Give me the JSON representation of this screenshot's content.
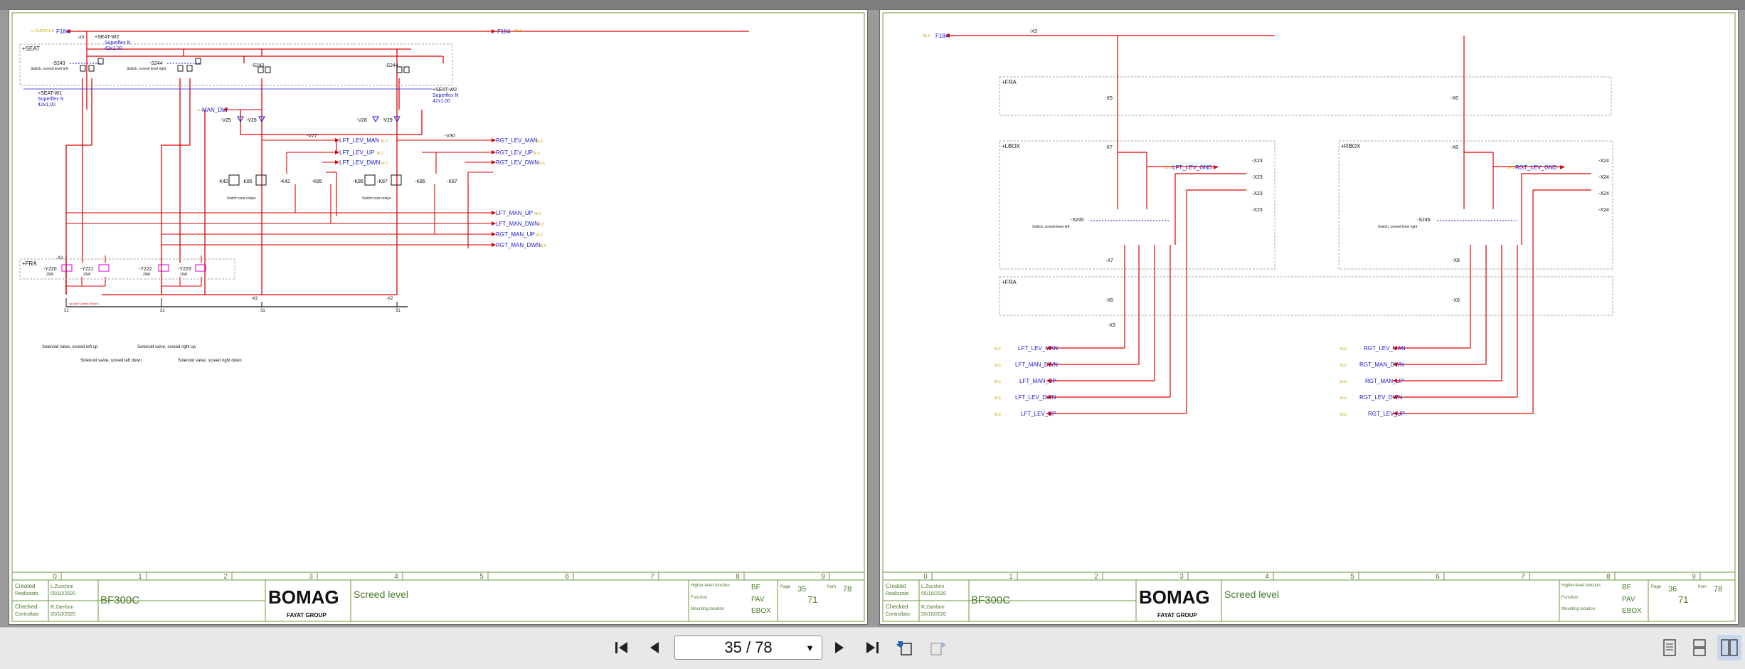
{
  "viewer": {
    "page_indicator": "35 / 78",
    "first_label": "first-page",
    "prev_label": "previous-page",
    "next_label": "next-page",
    "last_label": "last-page"
  },
  "left_sheet": {
    "tag_f184_left": "F184",
    "tag_f184_left_ref": "<< SUPG/10.8",
    "tag_f184_right": "F184",
    "tag_f184_right_ref": "36.1",
    "seat_box": "+SEAT",
    "seat_w2_top": "+SEAT-W2",
    "seat_w2_top_cable": "Superflex N",
    "seat_w2_top_size": "42x1,00",
    "seat_w1": "+SEAT-W1",
    "seat_w1_cable": "Superflex N",
    "seat_w1_size": "42x1,00",
    "seat_w2_right": "+SEAT-W2",
    "seat_w2_right_cable": "Superflex N",
    "seat_w2_right_size": "42x1,00",
    "s243": "-S243",
    "s243_desc": "Switch, screed level left",
    "s244": "-S244",
    "s244_desc": "Switch, screed level right",
    "s243b": "-S243",
    "s244b": "-S244",
    "x3_271": "-X3",
    "man_dly": "MAN_DLY",
    "man_dly_ref": "23.6",
    "v25": "-V25",
    "v26": "-V26",
    "v28": "-V28",
    "v29": "-V29",
    "v27": "-V27",
    "v30": "-V30",
    "k42": "-K42",
    "k85": "-K85",
    "k86": "-K86",
    "k87": "-K87",
    "relay_desc_1": "Switch over relays",
    "relay_desc_2": "Switch over relays",
    "sig_lft_lev_man": "LFT_LEV_MAN",
    "sig_lft_lev_up": "LFT_LEV_UP",
    "sig_lft_lev_dwn": "LFT_LEV_DWN",
    "sig_rgt_lev_man": "RGT_LEV_MAN",
    "sig_rgt_lev_up": "RGT_LEV_UP",
    "sig_rgt_lev_dwn": "RGT_LEV_DWN",
    "sig_ref_right": "36.6",
    "sig_ref_mid": "36.2",
    "sig_lft_man_up": "LFT_MAN_UP",
    "sig_lft_man_dwn": "LFT_MAN_DWN",
    "sig_rgt_man_up": "RGT_MAN_UP",
    "sig_rgt_man_dwn": "RGT_MAN_DWN",
    "fra_box": "+FRA",
    "y220": "-Y220",
    "y221": "-Y221",
    "y222": "-Y222",
    "y223": "-Y223",
    "coil_w": "29W",
    "x2_23a": "-X2",
    "x2_23b": "-X2",
    "ground_label": "Ground Central Electric",
    "sol_left_up": "Solenoid valve, screed left up",
    "sol_right_up": "Solenoid valve, screed right up",
    "sol_left_down": "Solenoid valve, screed left down",
    "sol_right_down": "Solenoid valve, screed right down"
  },
  "right_sheet": {
    "f184": "F184",
    "f184_ref": "35.9",
    "x3_167": "-X3",
    "fra_top": "+FRA",
    "lbox": "+LBOX",
    "rbox": "+RBOX",
    "fra_mid": "+FRA",
    "x5": "-X5",
    "x6": "-X6",
    "x7": "-X7",
    "x8": "-X8",
    "lft_lev_gnd": "LFT_LEV_GND",
    "lft_lev_gnd_ref": "13.3",
    "rgt_lev_gnd": "RGT_LEV_GND",
    "rgt_lev_gnd_ref": "14.3",
    "x23": "-X23",
    "x24": "-X24",
    "s245": "-S245",
    "s245_desc": "Switch, screed level left",
    "s246": "-S246",
    "s246_desc": "Switch, screed level right",
    "x3_row": "-X3",
    "left_signals": [
      "LFT_LEV_MAN",
      "LFT_MAN_DWN",
      "LFT_MAN_UP",
      "LFT_LEV_DWN",
      "LFT_LEV_UP"
    ],
    "right_signals": [
      "RGT_LEV_MAN",
      "RGT_MAN_DWN",
      "RGT_MAN_UP",
      "RGT_LEV_DWN",
      "RGT_LEV_UP"
    ],
    "left_ref": "35.6",
    "right_ref": "35.8"
  },
  "title_block_left": {
    "columns": [
      "0",
      "1",
      "2",
      "3",
      "4",
      "5",
      "6",
      "7",
      "8",
      "9"
    ],
    "created_label": "Created",
    "created_sub": "Realizzato",
    "created_name": "L.Zucchini",
    "created_date": "05/10/2020",
    "checked_label": "Checked",
    "checked_sub": "Controllato",
    "checked_name": "R.Zambon",
    "checked_date": "20/10/2020",
    "machine": "BF300C",
    "brand": "BOMAG",
    "brand_sub": "FAYAT GROUP",
    "sheet_title": "Screed level",
    "func1_label": "Higher-level function",
    "func1_value": "BF",
    "func2_label": "Function",
    "func2_value": "PAV",
    "func3_label": "Mounting location",
    "func3_value": "EBOX",
    "page_label": "Page",
    "page_no": "35",
    "of_label": "from",
    "page_total": "78",
    "drawing_no": "71"
  },
  "title_block_right": {
    "columns": [
      "0",
      "1",
      "2",
      "3",
      "4",
      "5",
      "6",
      "7",
      "8",
      "9"
    ],
    "created_label": "Created",
    "created_sub": "Realizzato",
    "created_name": "L.Zucchini",
    "created_date": "05/10/2020",
    "checked_label": "Checked",
    "checked_sub": "Controllato",
    "checked_name": "R.Zambon",
    "checked_date": "20/10/2020",
    "machine": "BF300C",
    "brand": "BOMAG",
    "brand_sub": "FAYAT GROUP",
    "sheet_title": "Screed level",
    "func1_label": "Higher-level function",
    "func1_value": "BF",
    "func2_label": "Function",
    "func2_value": "PAV",
    "func3_label": "Mounting location",
    "func3_value": "EBOX",
    "page_label": "Page",
    "page_no": "36",
    "of_label": "from",
    "page_total": "78",
    "drawing_no": "71"
  },
  "colors": {
    "wire": "#e00000",
    "signal": "#1a1ad0",
    "frame": "#6a9a3a",
    "magenta": "#d000d0",
    "ref": "#c8a000"
  }
}
